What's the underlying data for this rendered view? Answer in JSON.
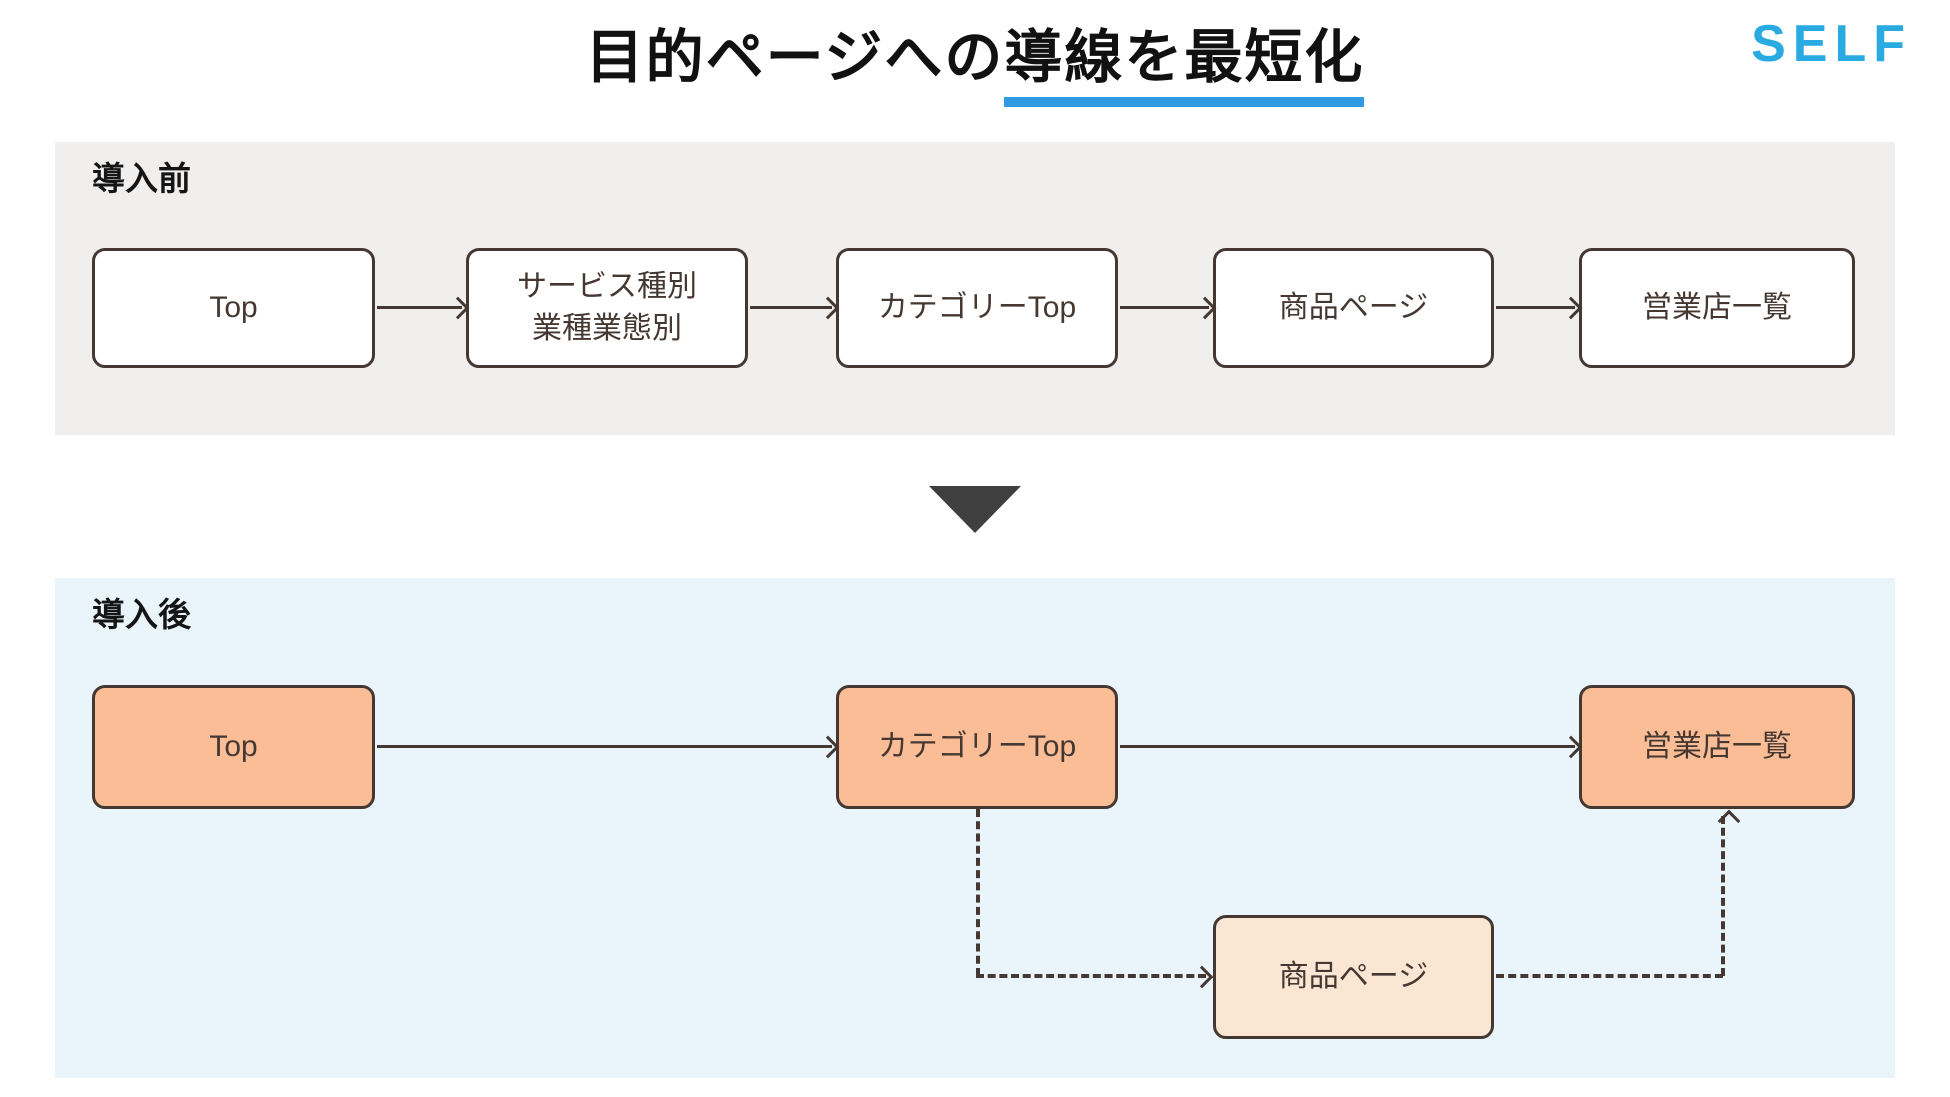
{
  "title": {
    "prefix": "目的ページへの",
    "highlighted": "導線を最短化"
  },
  "logo": {
    "text": "SELF"
  },
  "colors": {
    "title_underline": "#2F9BE0",
    "logo_blue": "#29ABE2",
    "panel_before_bg": "#F0EFEE",
    "panel_after_bg": "#E9F5FB",
    "node_border": "#453832",
    "node_fill_default": "#FFFFFF",
    "node_fill_highlight": "#FABD96",
    "node_fill_subtle": "#FBE5D3",
    "connector": "#453832",
    "divider_triangle": "#3F3F3F"
  },
  "before": {
    "label": "導入前",
    "nodes": [
      "Top",
      "サービス種別\n業種業態別",
      "カテゴリーTop",
      "商品ページ",
      "営業店一覧"
    ]
  },
  "after": {
    "label": "導入後",
    "nodes": {
      "top": "Top",
      "category_top": "カテゴリーTop",
      "shop_list": "営業店一覧",
      "product_page": "商品ページ"
    }
  }
}
